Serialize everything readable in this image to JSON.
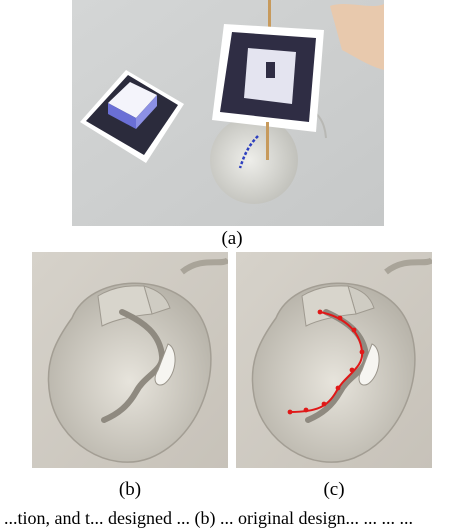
{
  "figure": {
    "panels": [
      {
        "id": "a",
        "caption": "(a)",
        "content": "AR markers held near a computer mouse with a blue curve overlaid"
      },
      {
        "id": "b",
        "caption": "(b)",
        "content": "close-up photo of the mouse with an engraved curve"
      },
      {
        "id": "c",
        "caption": "(c)",
        "content": "same close-up with the extracted curve drawn in red"
      }
    ]
  },
  "body_text": "...tion, and t... designed ... (b) ... original design... ... ... ...",
  "colors": {
    "background": "#ffffff",
    "curve_overlay": "#2d3fbf",
    "curve_extracted": "#e01818"
  }
}
